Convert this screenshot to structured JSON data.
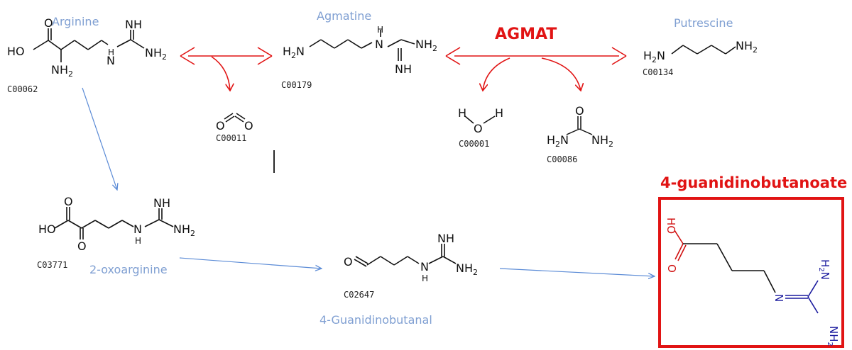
{
  "compounds": {
    "arginine": {
      "name": "Arginine",
      "code": "C00062"
    },
    "agmatine": {
      "name": "Agmatine",
      "code": "C00179"
    },
    "putrescine": {
      "name": "Putrescine",
      "code": "C00134"
    },
    "co2": {
      "code": "C00011"
    },
    "water": {
      "code": "C00001"
    },
    "urea": {
      "code": "C00086"
    },
    "oxoarginine": {
      "name": "2-oxoarginine",
      "code": "C03771"
    },
    "guanidinobutanal": {
      "name": "4-Guanidinobutanal",
      "code": "C02647"
    },
    "guanidinobutanoate": {
      "name": "4-guanidinobutanoate"
    }
  },
  "enzyme": {
    "label": "AGMAT"
  },
  "colors": {
    "enzyme": "#e11414",
    "name_label": "#7f9fd2",
    "pathway_arrow": "#5b8bd6",
    "highlight_bond": "#d01010",
    "nitrogen_blue": "#1a1a9e"
  }
}
